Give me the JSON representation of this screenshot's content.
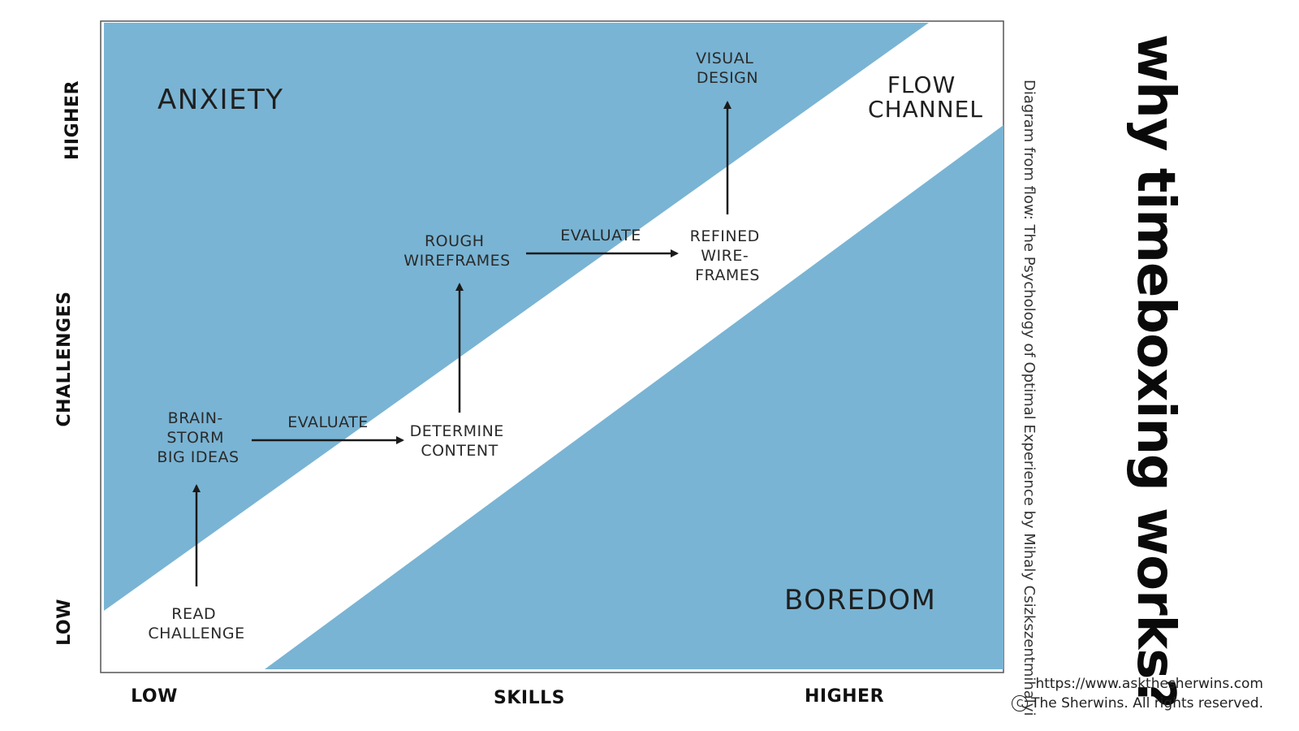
{
  "regions": {
    "anxiety": "ANXIETY",
    "flow_channel": [
      "FLOW",
      "CHANNEL"
    ],
    "boredom": "BOREDOM"
  },
  "stages": {
    "read_challenge": [
      "READ",
      "CHALLENGE"
    ],
    "brainstorm": [
      "BRAIN-",
      "STORM",
      "BIG IDEAS"
    ],
    "determine_content": [
      "DETERMINE",
      "CONTENT"
    ],
    "rough_wireframes": [
      "ROUGH",
      "WIREFRAMES"
    ],
    "refined_wireframes": [
      "REFINED",
      "WIRE-",
      "FRAMES"
    ],
    "visual_design": [
      "VISUAL",
      "DESIGN"
    ],
    "evaluate_1": "EVALUATE",
    "evaluate_2": "EVALUATE"
  },
  "axes": {
    "y_higher": "HIGHER",
    "y_title": "CHALLENGES",
    "y_low": "LOW",
    "x_low": "LOW",
    "x_title": "SKILLS",
    "x_higher": "HIGHER"
  },
  "credit": "Diagram from flow: The Psychology of Optimal Experience by Mihaly Csizkszentmihalyi",
  "headline": "why timeboxing works?",
  "footer": {
    "url": "https://www.askthesherwins.com",
    "copyright_symbol": "C",
    "copyright": "The Sherwins. All rights reserved."
  },
  "colors": {
    "zone_blue": "#79b4d4",
    "channel": "#ffffff",
    "arrow": "#1a1a1a"
  }
}
